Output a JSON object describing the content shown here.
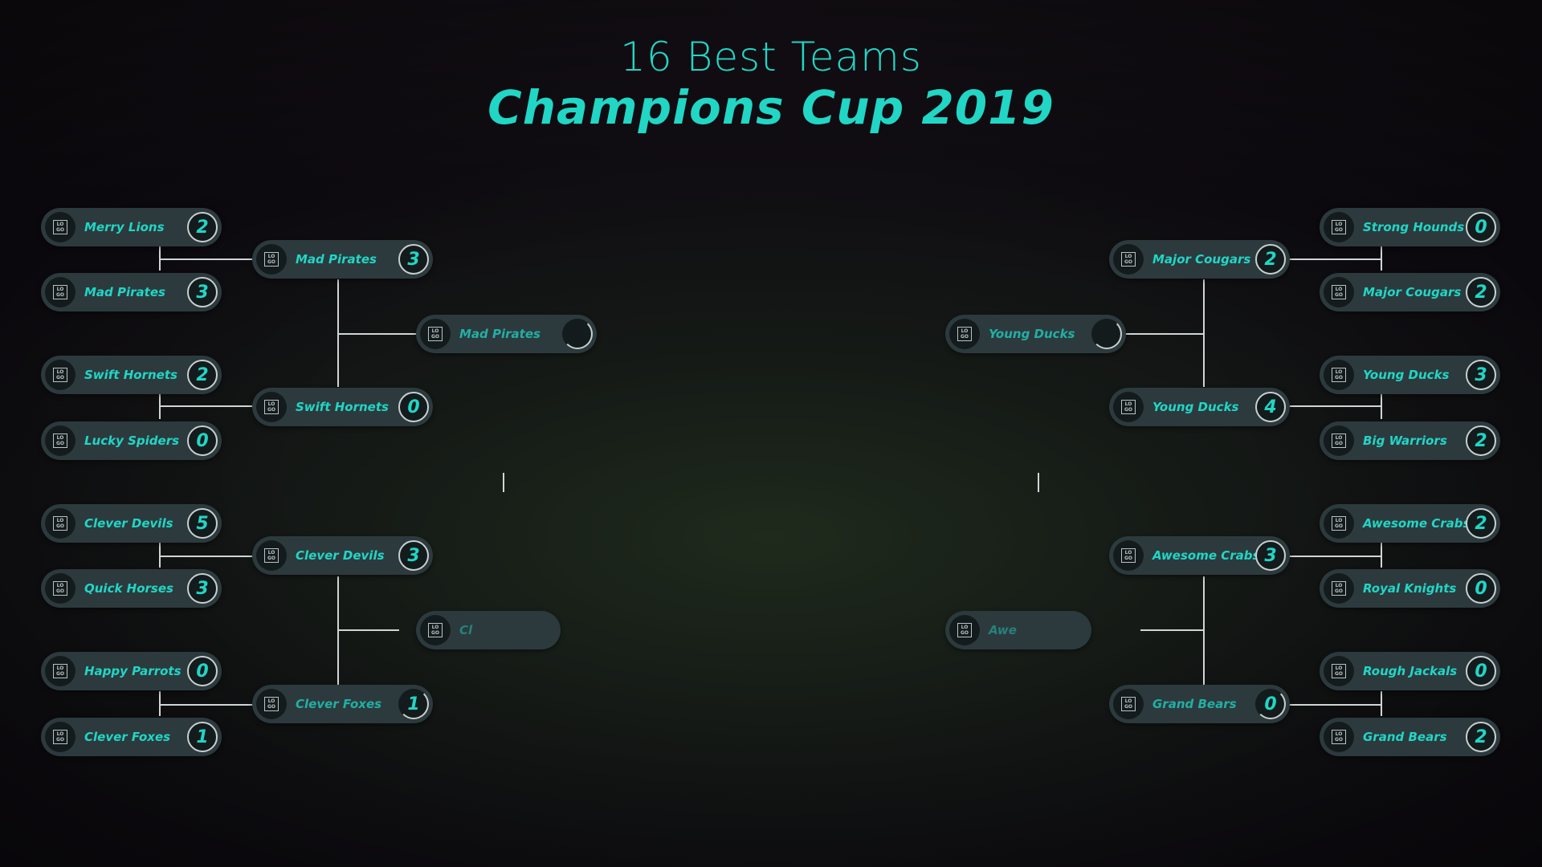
{
  "title": {
    "subtitle": "16 Best Teams",
    "main": "Champions Cup 2019"
  },
  "logo_text": "LO GO",
  "colors": {
    "accent": "#21d6c5",
    "pill": "#2c3a3e",
    "line": "#d0d6d6"
  },
  "left": {
    "round1": [
      {
        "team": "Merry Lions",
        "score": "2"
      },
      {
        "team": "Mad Pirates",
        "score": "3"
      },
      {
        "team": "Swift Hornets",
        "score": "2"
      },
      {
        "team": "Lucky Spiders",
        "score": "0"
      },
      {
        "team": "Clever Devils",
        "score": "5"
      },
      {
        "team": "Quick Horses",
        "score": "3"
      },
      {
        "team": "Happy Parrots",
        "score": "0"
      },
      {
        "team": "Clever Foxes",
        "score": "1"
      }
    ],
    "round2": [
      {
        "team": "Mad Pirates",
        "score": "3"
      },
      {
        "team": "Swift Hornets",
        "score": "0"
      },
      {
        "team": "Clever Devils",
        "score": "3"
      },
      {
        "team": "Clever Foxes",
        "score": "1"
      }
    ],
    "round3": [
      {
        "team": "Mad Pirates",
        "score": ""
      },
      {
        "team": "Cl",
        "score": ""
      }
    ]
  },
  "right": {
    "round1": [
      {
        "team": "Strong Hounds",
        "score": "0"
      },
      {
        "team": "Major Cougars",
        "score": "2"
      },
      {
        "team": "Young Ducks",
        "score": "3"
      },
      {
        "team": "Big Warriors",
        "score": "2"
      },
      {
        "team": "Awesome Crabs",
        "score": "2"
      },
      {
        "team": "Royal Knights",
        "score": "0"
      },
      {
        "team": "Rough Jackals",
        "score": "0"
      },
      {
        "team": "Grand Bears",
        "score": "2"
      }
    ],
    "round2": [
      {
        "team": "Major Cougars",
        "score": "2"
      },
      {
        "team": "Young Ducks",
        "score": "4"
      },
      {
        "team": "Awesome Crabs",
        "score": "3"
      },
      {
        "team": "Grand Bears",
        "score": "0"
      }
    ],
    "round3": [
      {
        "team": "Young Ducks",
        "score": ""
      },
      {
        "team": "Awe",
        "score": ""
      }
    ]
  }
}
